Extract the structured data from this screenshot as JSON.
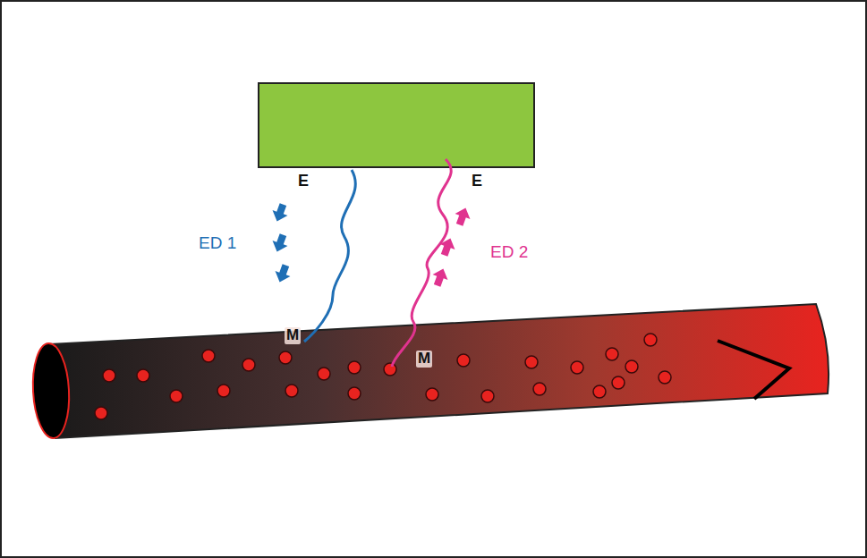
{
  "diagram": {
    "labels": [
      "E",
      "E",
      "ED 1",
      "ED 2",
      "M",
      "M"
    ]
  }
}
